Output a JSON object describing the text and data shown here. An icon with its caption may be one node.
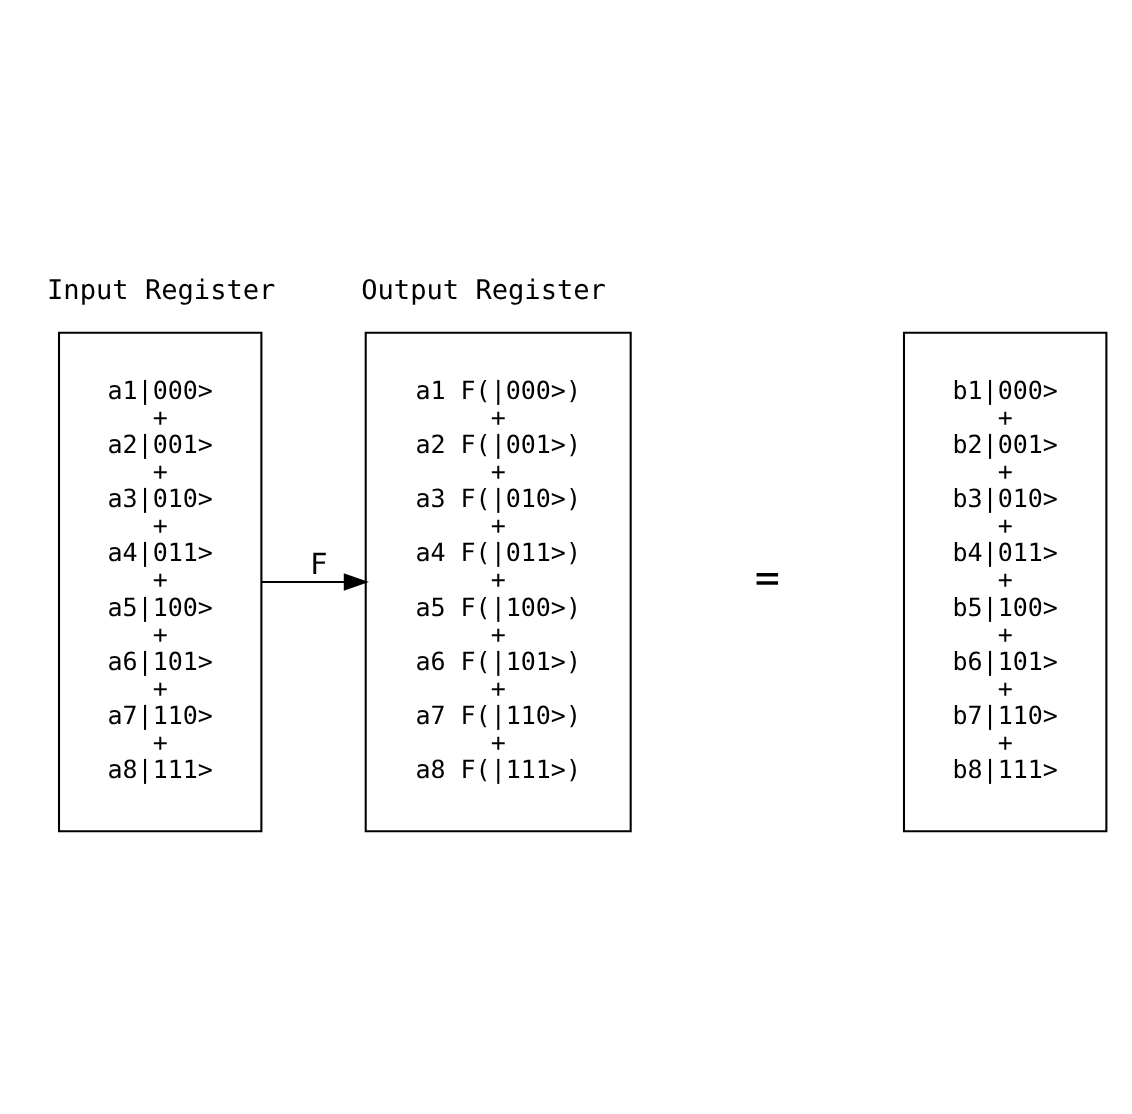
{
  "diagram": {
    "nodes": [
      {
        "text": [
          "Input Register",
          "a1|000>",
          "+",
          "a2|001>",
          "+",
          "a3|010>",
          "+",
          "a4|011>",
          "+",
          "a5|100>",
          "+",
          "a6|101>",
          "+",
          "a7|110>",
          "+",
          "a8|111>"
        ]
      },
      {
        "text": [
          "Output Register",
          "a1 F(|000>)",
          "+",
          "a2 F(|001>)",
          "+",
          "a3 F(|010>)",
          "+",
          "a4 F(|011>)",
          "+",
          "a5 F(|100>)",
          "+",
          "a6 F(|101>)",
          "+",
          "a7 F(|110>)",
          "+",
          "a8 F(|111>)"
        ]
      },
      {
        "text": [
          "b1|000>",
          "+",
          "b2|001>",
          "+",
          "b3|010>",
          "+",
          "b4|011>",
          "+",
          "b5|100>",
          "+",
          "b6|101>",
          "+",
          "b7|110>",
          "+",
          "b8|111>"
        ]
      }
    ],
    "edges": [
      {
        "from": 0,
        "to": 1,
        "arrow": "to",
        "label": "F"
      }
    ],
    "labels": [
      "="
    ]
  }
}
